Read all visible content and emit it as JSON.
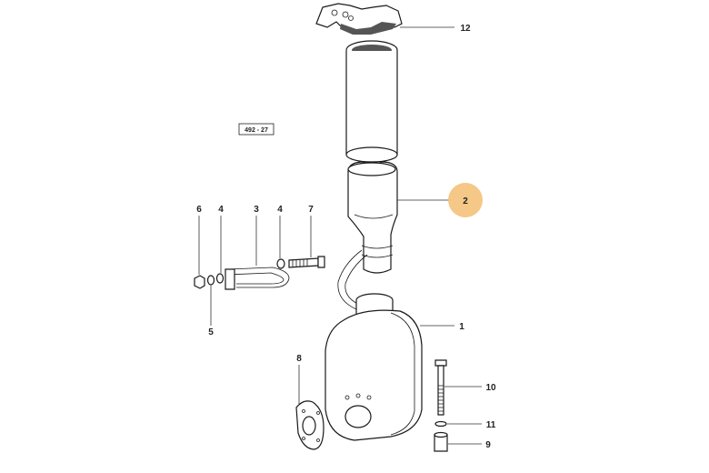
{
  "diagram": {
    "reference_code": "492 - 27",
    "highlight_color": "#f4c27a",
    "callouts": [
      {
        "id": "c1",
        "label": "1"
      },
      {
        "id": "c2",
        "label": "2",
        "highlighted": true
      },
      {
        "id": "c3",
        "label": "3"
      },
      {
        "id": "c4a",
        "label": "4"
      },
      {
        "id": "c4b",
        "label": "4"
      },
      {
        "id": "c5",
        "label": "5"
      },
      {
        "id": "c6",
        "label": "6"
      },
      {
        "id": "c7",
        "label": "7"
      },
      {
        "id": "c8",
        "label": "8"
      },
      {
        "id": "c9",
        "label": "9"
      },
      {
        "id": "c10",
        "label": "10"
      },
      {
        "id": "c11",
        "label": "11"
      },
      {
        "id": "c12",
        "label": "12"
      }
    ]
  }
}
